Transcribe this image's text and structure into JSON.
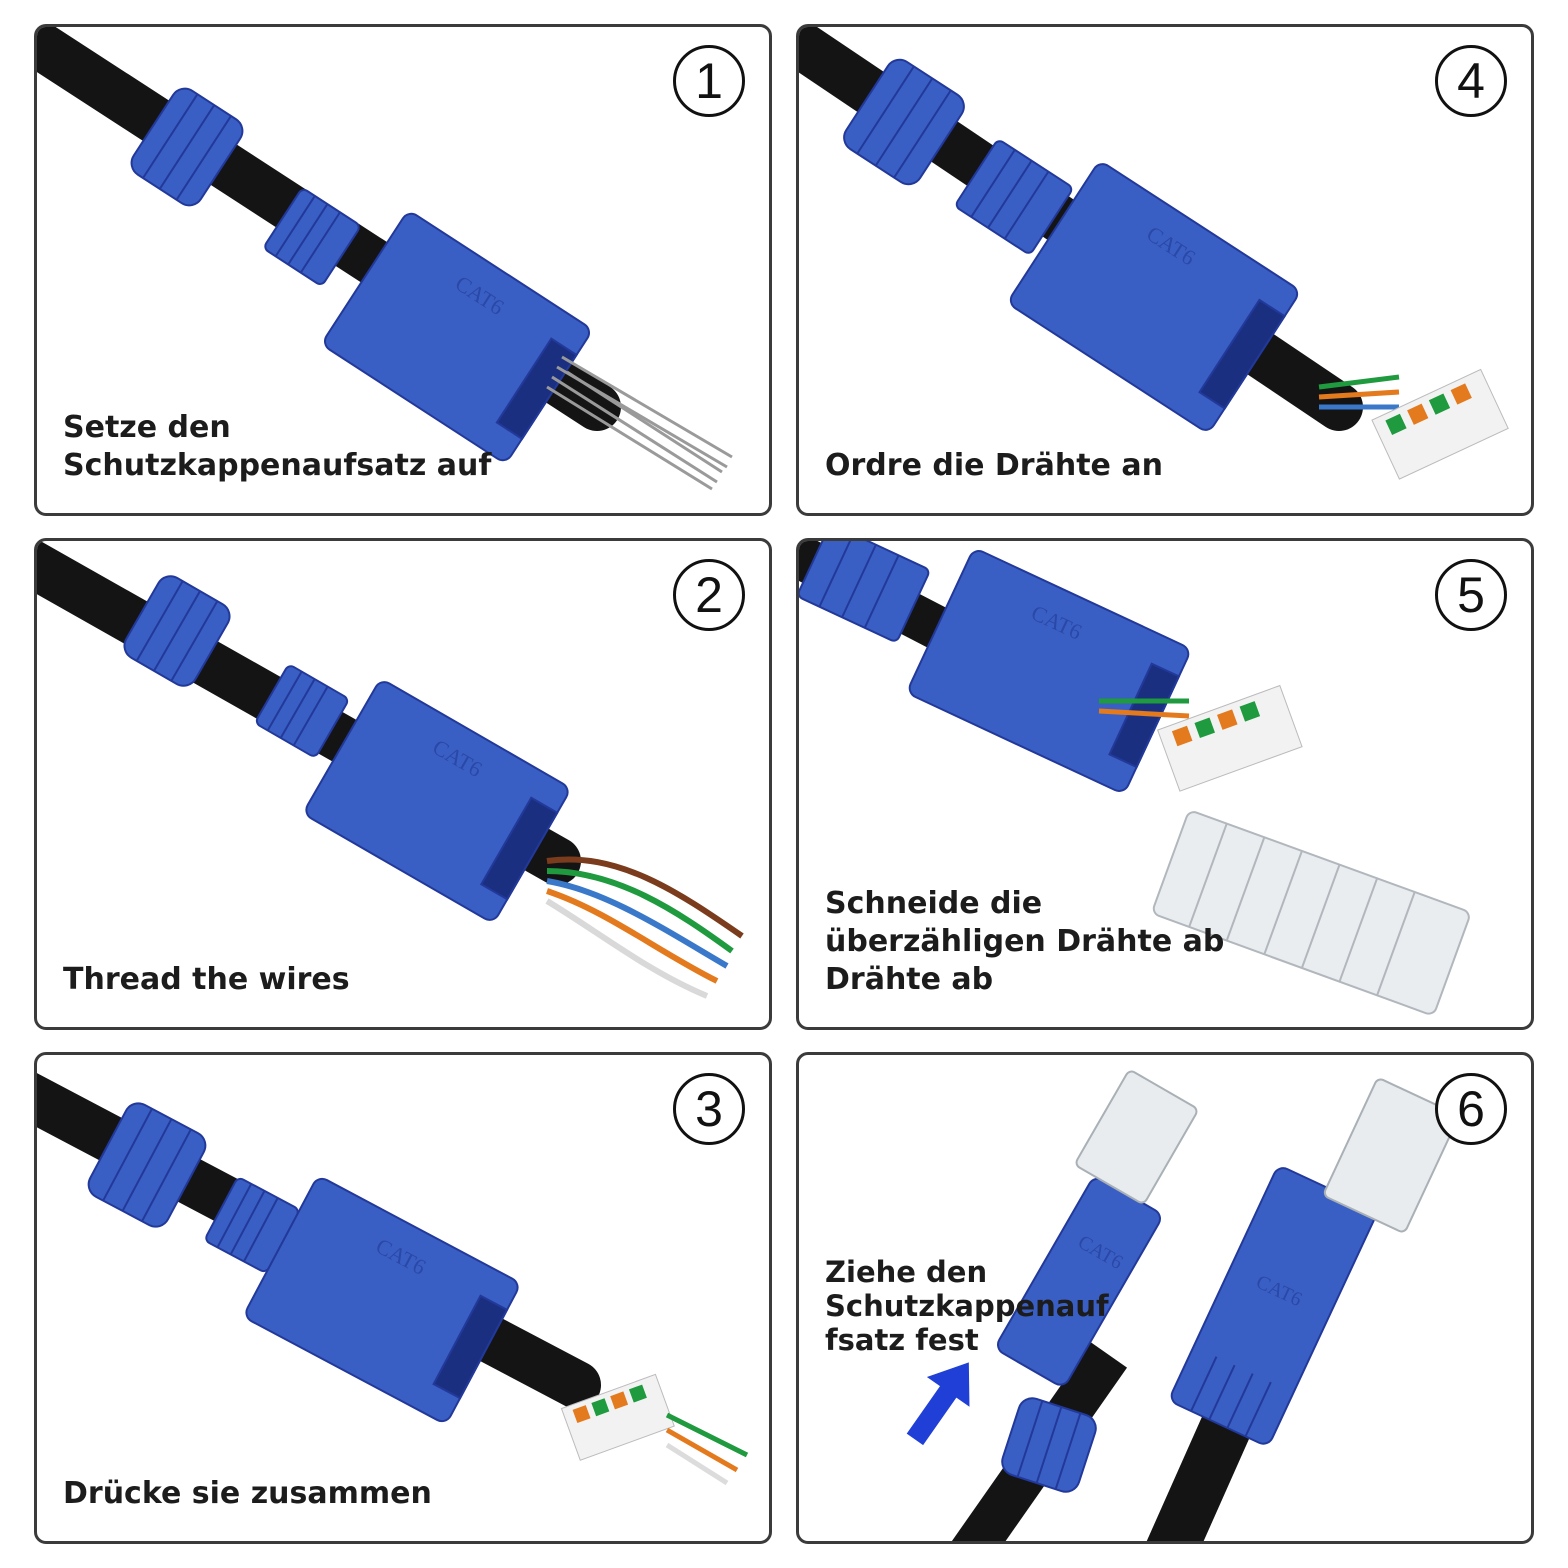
{
  "steps": [
    {
      "number": "1",
      "caption": "Setze den\nSchutzkappenaufsatz auf"
    },
    {
      "number": "2",
      "caption": "Thread the wires"
    },
    {
      "number": "3",
      "caption": "Drücke sie zusammen"
    },
    {
      "number": "4",
      "caption": "Ordre die Drähte an"
    },
    {
      "number": "5",
      "caption": "Schneide die\nüberzähligen Drähte ab\nDrähte ab"
    },
    {
      "number": "6",
      "caption": "Ziehe den\nSchutzkappenauf\nfsatz fest"
    }
  ],
  "boot_label": "CAT6",
  "colors": {
    "boot": "#3a5fc4",
    "cable": "#141414",
    "arrow": "#1f3fd6"
  }
}
